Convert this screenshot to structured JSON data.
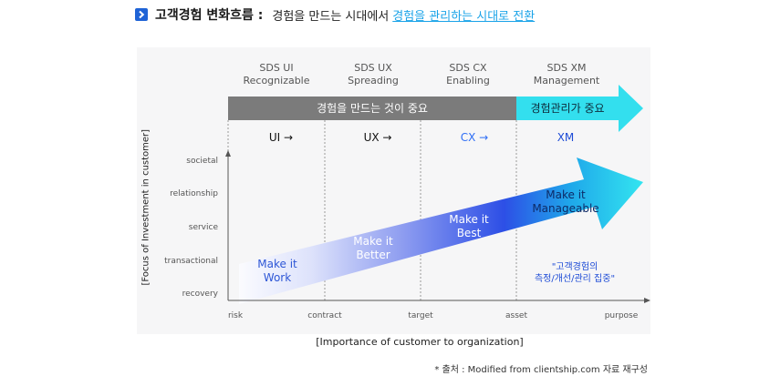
{
  "header": {
    "title": "고객경험 변화흐름 :",
    "subtitle": "경험을 만드는 시대에서",
    "highlight": "경험을 관리하는 시대로 전환"
  },
  "phases": [
    {
      "name": "SDS UI",
      "desc": "Recognizable"
    },
    {
      "name": "SDS UX",
      "desc": "Spreading"
    },
    {
      "name": "SDS CX",
      "desc": "Enabling"
    },
    {
      "name": "SDS XM",
      "desc": "Management"
    }
  ],
  "banner": {
    "left_label": "경험을 만드는 것이 중요",
    "right_label": "경험관리가 중요",
    "left_color": "#7b7b7b",
    "right_color": "#33dfee"
  },
  "tools": [
    {
      "label": "UI →",
      "color": "#111111"
    },
    {
      "label": "UX →",
      "color": "#111111"
    },
    {
      "label": "CX →",
      "color": "#2e6ef5"
    },
    {
      "label": "XM",
      "color": "#1d4bd6"
    }
  ],
  "y_ticks": [
    "societal",
    "relationship",
    "service",
    "transactional",
    "recovery"
  ],
  "x_ticks": [
    "risk",
    "contract",
    "target",
    "asset",
    "purpose"
  ],
  "y_axis_title": "[Focus of Investment in customer]",
  "x_axis_title": "[Importance of customer to organization]",
  "stages": [
    {
      "line1": "Make it",
      "line2": "Work",
      "color": "#2e57d6"
    },
    {
      "line1": "Make it",
      "line2": "Better",
      "color": "#ffffff"
    },
    {
      "line1": "Make it",
      "line2": "Best",
      "color": "#ffffff"
    },
    {
      "line1": "Make it",
      "line2": "Manageable",
      "color": "#0d2a66"
    }
  ],
  "quote": {
    "line1": "\"고객경험의",
    "line2": "측정/개선/관리 집중\"",
    "color": "#1d4bd6"
  },
  "source": "* 출처 : Modified from clientship.com 자료 재구성"
}
